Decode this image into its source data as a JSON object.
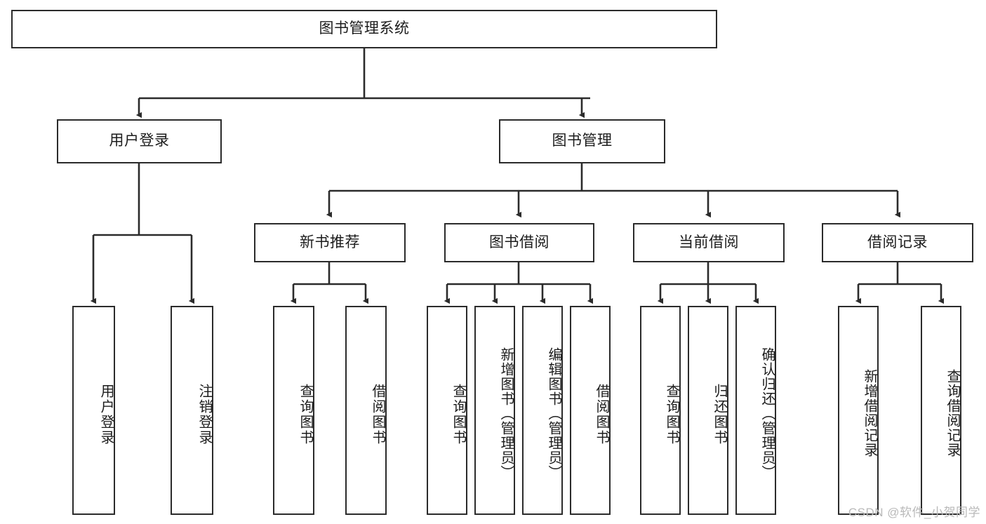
{
  "diagram": {
    "title": "图书管理系统",
    "type": "功能结构图",
    "colors": {
      "box_border": "#2b2b2b",
      "box_fill": "#ffffff",
      "edge": "#2b2b2b",
      "text": "#1c1c1c",
      "watermark": "#b9b9b9",
      "background": "#ffffff"
    },
    "root": {
      "label": "图书管理系统"
    },
    "level2": [
      {
        "label": "用户登录"
      },
      {
        "label": "图书管理"
      }
    ],
    "level3": [
      {
        "label": "新书推荐"
      },
      {
        "label": "图书借阅"
      },
      {
        "label": "当前借阅"
      },
      {
        "label": "借阅记录"
      }
    ],
    "leaves": {
      "user_login": [
        {
          "label": "用户登录"
        },
        {
          "label": "注销登录"
        }
      ],
      "new_book_recommend": [
        {
          "label": "查询图书"
        },
        {
          "label": "借阅图书"
        }
      ],
      "book_borrow": [
        {
          "label": "查询图书"
        },
        {
          "label": "新增图书（管理员）"
        },
        {
          "label": "编辑图书（管理员）"
        },
        {
          "label": "借阅图书"
        }
      ],
      "current_borrow": [
        {
          "label": "查询图书"
        },
        {
          "label": "归还图书"
        },
        {
          "label": "确认归还（管理员）"
        }
      ],
      "borrow_records": [
        {
          "label": "新增借阅记录"
        },
        {
          "label": "查询借阅记录"
        }
      ]
    }
  },
  "watermark": {
    "text": "CSDN @软件_小贺同学"
  }
}
